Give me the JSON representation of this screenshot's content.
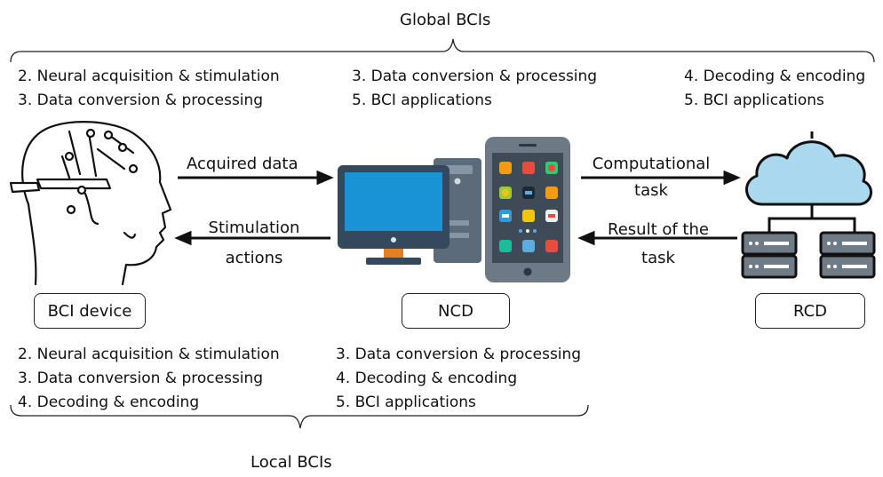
{
  "global": {
    "title": "Global BCIs",
    "col1": [
      "2. Neural acquisition & stimulation",
      "3. Data conversion & processing"
    ],
    "col2": [
      "3. Data conversion & processing",
      "5. BCI applications"
    ],
    "col3": [
      "4. Decoding & encoding",
      "5. BCI applications"
    ]
  },
  "local": {
    "title": "Local BCIs",
    "col1": [
      "2. Neural acquisition & stimulation",
      "3. Data conversion & processing",
      "4. Decoding & encoding"
    ],
    "col2": [
      "3. Data conversion & processing",
      "4. Decoding & encoding",
      "5. BCI applications"
    ]
  },
  "arrows": {
    "acquired": "Acquired data",
    "stim_line1": "Stimulation",
    "stim_line2": "actions",
    "comp_line1": "Computational",
    "comp_line2": "task",
    "result_line1": "Result of the",
    "result_line2": "task"
  },
  "devices": {
    "bci": "BCI device",
    "ncd": "NCD",
    "rcd": "RCD"
  },
  "colors": {
    "monitor_screen": "#1a93d6",
    "monitor_frame": "#34495e",
    "monitor_stand": "#e67e22",
    "tower": "#5b6b7a",
    "phone_body": "#6d7a85",
    "cloud": "#a9d8ef",
    "server": "#6f7c87"
  }
}
